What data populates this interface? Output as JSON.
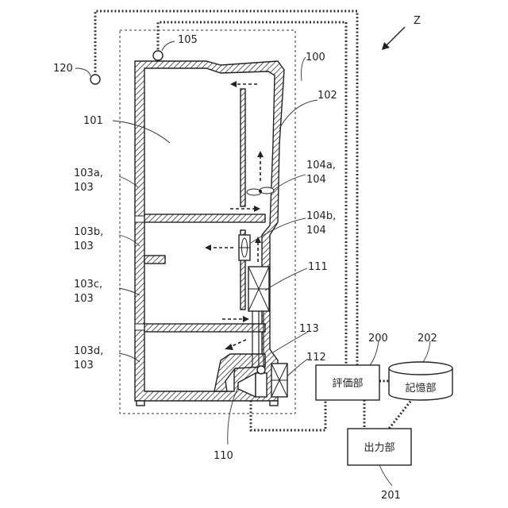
{
  "figure_label": "Z",
  "labels": {
    "l100": "100",
    "l101": "101",
    "l102": "102",
    "l103a": "103a,",
    "l103a2": "103",
    "l103b": "103b,",
    "l103b2": "103",
    "l103c": "103c,",
    "l103c2": "103",
    "l103d": "103d,",
    "l103d2": "103",
    "l104a": "104a,",
    "l104a2": "104",
    "l104b": "104b,",
    "l104b2": "104",
    "l105": "105",
    "l110": "110",
    "l111": "111",
    "l112": "112",
    "l113": "113",
    "l120": "120",
    "l200": "200",
    "l201": "201",
    "l202": "202"
  },
  "blocks": {
    "evaluation": "評価部",
    "storage": "記憶部",
    "output": "出力部"
  }
}
